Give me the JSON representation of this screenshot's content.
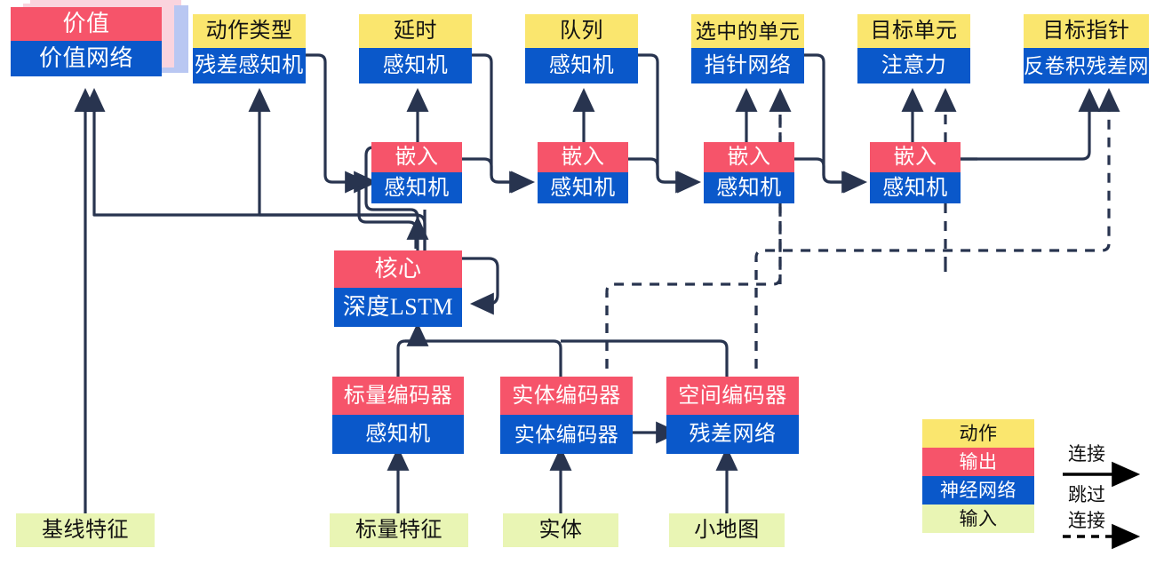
{
  "diagram": {
    "title": "",
    "palette": {
      "action": "#FAE66E",
      "output": "#F6546A",
      "network": "#0A58CA",
      "input": "#E9F5B4",
      "wire": "#28344F",
      "background": "#FFFFFF"
    },
    "outputs_row": [
      {
        "id": "value",
        "action": "价值",
        "network": "价值网络",
        "stacked": true
      },
      {
        "id": "action_type",
        "action": "动作类型",
        "network": "残差感知机",
        "stacked": false
      },
      {
        "id": "delay",
        "action": "延时",
        "network": "感知机",
        "stacked": false
      },
      {
        "id": "queue",
        "action": "队列",
        "network": "感知机",
        "stacked": false
      },
      {
        "id": "selected",
        "action": "选中的单元",
        "network": "指针网络",
        "stacked": false
      },
      {
        "id": "target_unit",
        "action": "目标单元",
        "network": "注意力",
        "stacked": false
      },
      {
        "id": "target_point",
        "action": "目标指针",
        "network": "反卷积残差网",
        "stacked": false
      }
    ],
    "embed_row": [
      {
        "id": "embed1",
        "output": "嵌入",
        "network": "感知机"
      },
      {
        "id": "embed2",
        "output": "嵌入",
        "network": "感知机"
      },
      {
        "id": "embed3",
        "output": "嵌入",
        "network": "感知机"
      },
      {
        "id": "embed4",
        "output": "嵌入",
        "network": "感知机"
      }
    ],
    "core": {
      "id": "core",
      "output": "核心",
      "network": "深度LSTM"
    },
    "encoder_row": [
      {
        "id": "scalar_encoder",
        "output": "标量编码器",
        "network": "感知机"
      },
      {
        "id": "entity_encoder",
        "output": "实体编码器",
        "network": "实体编码器"
      },
      {
        "id": "spatial_encoder",
        "output": "空间编码器",
        "network": "残差网络"
      }
    ],
    "inputs_row": [
      {
        "id": "baseline_features",
        "label": "基线特征"
      },
      {
        "id": "scalar_features",
        "label": "标量特征"
      },
      {
        "id": "entities",
        "label": "实体"
      },
      {
        "id": "minimap",
        "label": "小地图"
      }
    ],
    "legend": {
      "swatches": [
        {
          "id": "legend-action",
          "label": "动作",
          "kind": "action"
        },
        {
          "id": "legend-output",
          "label": "输出",
          "kind": "output"
        },
        {
          "id": "legend-network",
          "label": "神经网络",
          "kind": "network"
        },
        {
          "id": "legend-input",
          "label": "输入",
          "kind": "input"
        }
      ],
      "connection_label": "连接",
      "skip_label_line1": "跳过",
      "skip_label_line2": "连接"
    }
  }
}
